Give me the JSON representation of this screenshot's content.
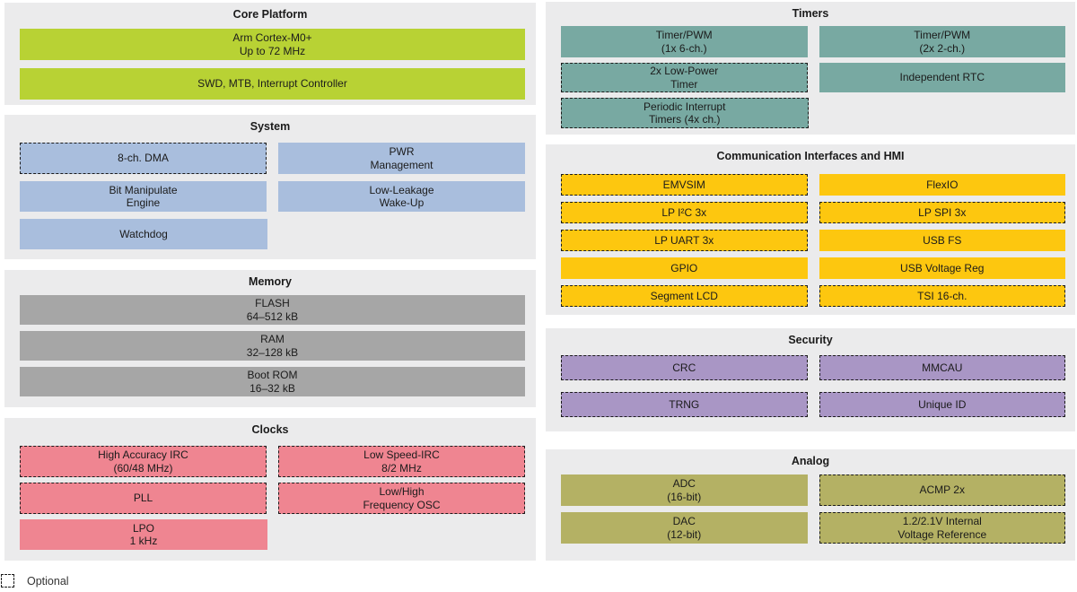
{
  "legend": {
    "label": "Optional"
  },
  "colors": {
    "section_bg": "#ebebec",
    "core_green": "#b8d234",
    "system_blue": "#a9bedd",
    "memory_gray": "#a6a6a6",
    "clocks_pink": "#ef8591",
    "timers_teal": "#78a9a2",
    "comm_yellow": "#fdc70f",
    "security_purple": "#a996c5",
    "analog_olive": "#b4b164"
  },
  "sections": {
    "core_platform": {
      "title": "Core Platform",
      "color": "#b8d234",
      "blocks": [
        {
          "label": "Arm Cortex-M0+\nUp to 72 MHz",
          "optional": false
        },
        {
          "label": "SWD, MTB, Interrupt Controller",
          "optional": false
        }
      ]
    },
    "system": {
      "title": "System",
      "color": "#a9bedd",
      "blocks": [
        {
          "label": "8-ch. DMA",
          "optional": true
        },
        {
          "label": "PWR\nManagement",
          "optional": false
        },
        {
          "label": "Bit Manipulate\nEngine",
          "optional": false
        },
        {
          "label": "Low-Leakage\nWake-Up",
          "optional": false
        },
        {
          "label": "Watchdog",
          "optional": false
        }
      ]
    },
    "memory": {
      "title": "Memory",
      "color": "#a6a6a6",
      "blocks": [
        {
          "label": "FLASH\n64–512 kB",
          "optional": false
        },
        {
          "label": "RAM\n32–128 kB",
          "optional": false
        },
        {
          "label": "Boot ROM\n16–32 kB",
          "optional": false
        }
      ]
    },
    "clocks": {
      "title": "Clocks",
      "color": "#ef8591",
      "blocks": [
        {
          "label": "High Accuracy IRC\n(60/48 MHz)",
          "optional": true
        },
        {
          "label": "Low Speed-IRC\n8/2 MHz",
          "optional": true
        },
        {
          "label": "PLL",
          "optional": true
        },
        {
          "label": "Low/High\nFrequency OSC",
          "optional": true
        },
        {
          "label": "LPO\n1 kHz",
          "optional": false
        }
      ]
    },
    "timers": {
      "title": "Timers",
      "color": "#78a9a2",
      "blocks": [
        {
          "label": "Timer/PWM\n(1x 6-ch.)",
          "optional": false
        },
        {
          "label": "Timer/PWM\n(2x 2-ch.)",
          "optional": false
        },
        {
          "label": "2x Low-Power\nTimer",
          "optional": true
        },
        {
          "label": "Independent RTC",
          "optional": false
        },
        {
          "label": "Periodic Interrupt\nTimers (4x ch.)",
          "optional": true
        }
      ]
    },
    "comm": {
      "title": "Communication Interfaces and HMI",
      "color": "#fdc70f",
      "blocks": [
        {
          "label": "EMVSIM",
          "optional": true
        },
        {
          "label": "FlexIO",
          "optional": false
        },
        {
          "label": "LP I²C 3x",
          "optional": true
        },
        {
          "label": "LP SPI 3x",
          "optional": true
        },
        {
          "label": "LP UART 3x",
          "optional": true
        },
        {
          "label": "USB FS",
          "optional": false
        },
        {
          "label": "GPIO",
          "optional": false
        },
        {
          "label": "USB Voltage Reg",
          "optional": false
        },
        {
          "label": "Segment LCD",
          "optional": true
        },
        {
          "label": "TSI 16-ch.",
          "optional": true
        }
      ]
    },
    "security": {
      "title": "Security",
      "color": "#a996c5",
      "blocks": [
        {
          "label": "CRC",
          "optional": true
        },
        {
          "label": "MMCAU",
          "optional": true
        },
        {
          "label": "TRNG",
          "optional": true
        },
        {
          "label": "Unique ID",
          "optional": true
        }
      ]
    },
    "analog": {
      "title": "Analog",
      "color": "#b4b164",
      "blocks": [
        {
          "label": "ADC\n(16-bit)",
          "optional": false
        },
        {
          "label": "ACMP 2x",
          "optional": true
        },
        {
          "label": "DAC\n(12-bit)",
          "optional": false
        },
        {
          "label": "1.2/2.1V Internal\nVoltage Reference",
          "optional": true
        }
      ]
    }
  }
}
